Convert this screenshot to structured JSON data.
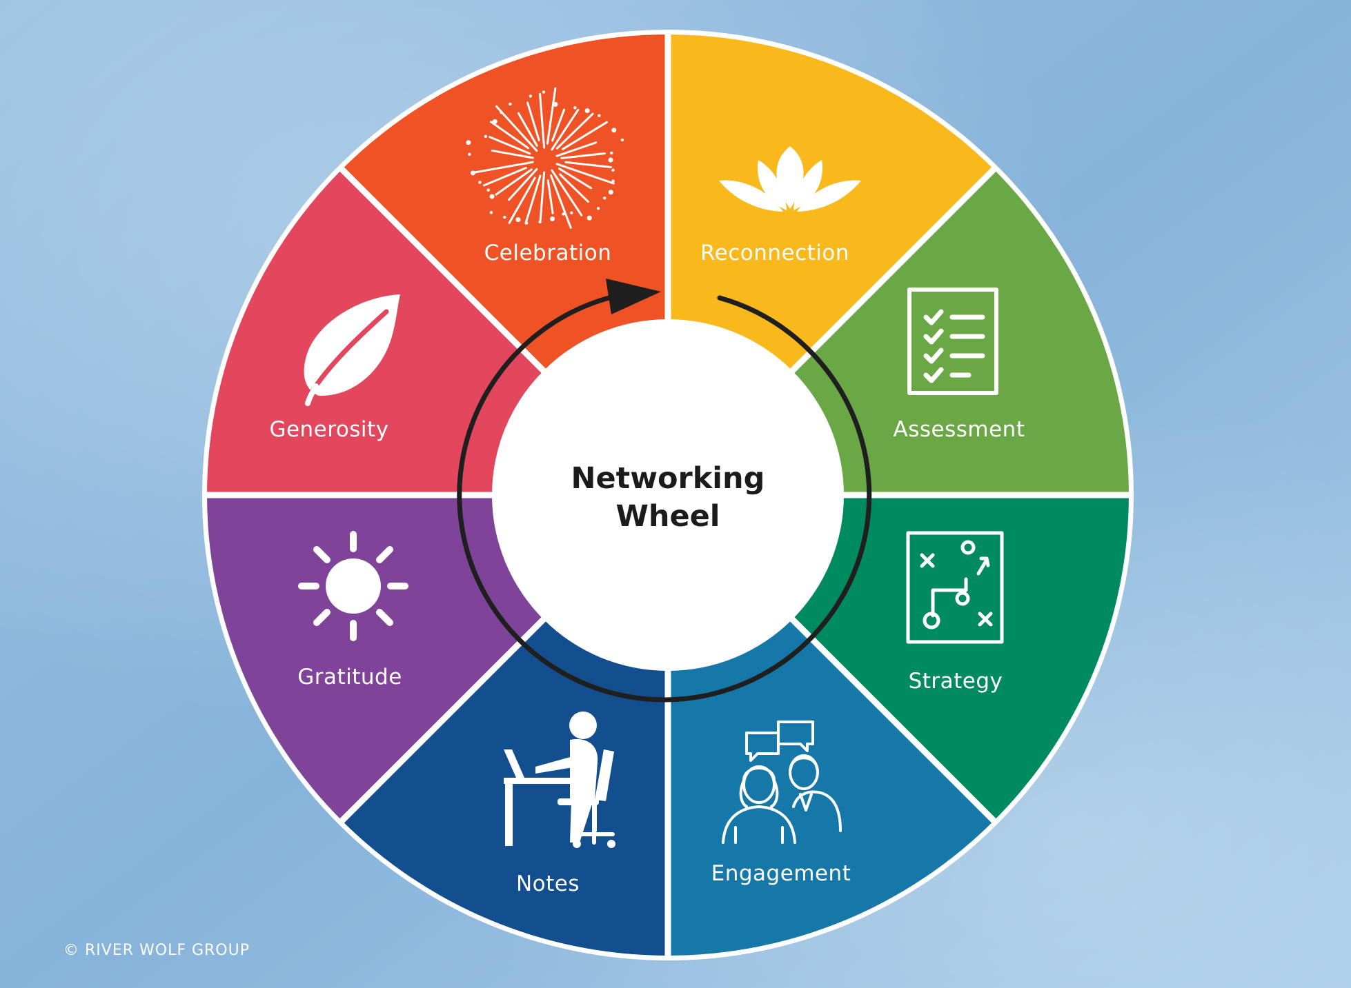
{
  "title_lines": [
    "Networking",
    "Wheel"
  ],
  "copyright": "© RIVER WOLF GROUP",
  "colors": {
    "background": "#8fb8dc",
    "divider": "#ffffff",
    "arrow": "#1f1f1f"
  },
  "segments": [
    {
      "label": "Reconnection",
      "color": "#f9b81b",
      "icon": "lotus-icon"
    },
    {
      "label": "Assessment",
      "color": "#69a845",
      "icon": "checklist-icon"
    },
    {
      "label": "Strategy",
      "color": "#008a60",
      "icon": "strategy-board-icon"
    },
    {
      "label": "Engagement",
      "color": "#1578a8",
      "icon": "conversation-people-icon"
    },
    {
      "label": "Notes",
      "color": "#134f8f",
      "icon": "person-at-laptop-icon"
    },
    {
      "label": "Gratitude",
      "color": "#7f4499",
      "icon": "sun-icon"
    },
    {
      "label": "Generosity",
      "color": "#e2475d",
      "icon": "leaf-icon"
    },
    {
      "label": "Celebration",
      "color": "#ef5325",
      "icon": "fireworks-icon"
    }
  ]
}
